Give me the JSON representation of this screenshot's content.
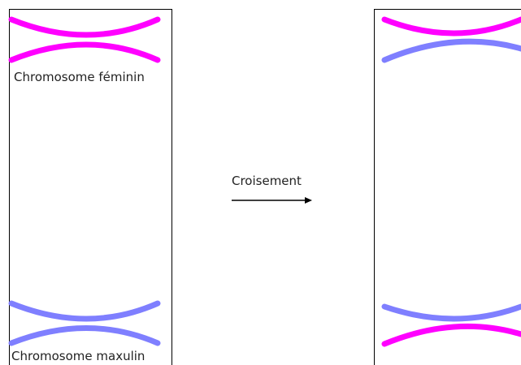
{
  "labels": {
    "female_chromosome": "Chromosome féminin",
    "male_chromosome": "Chromosome maxulin",
    "crossing_over": "Croisement"
  },
  "colors": {
    "female": "#ff00ff",
    "male": "#7f7fff",
    "arrow": "#000000",
    "border": "#000000"
  }
}
